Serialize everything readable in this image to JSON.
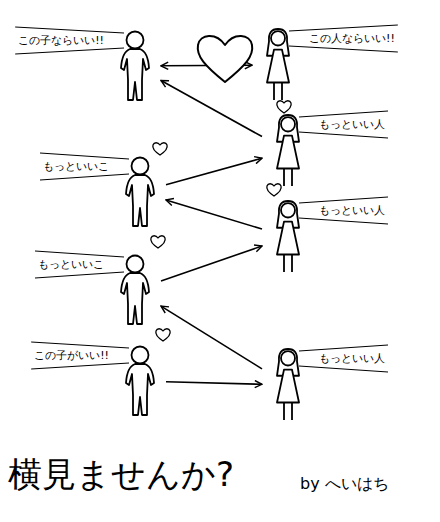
{
  "diagram": {
    "title": "横見ませんか?",
    "nodes": [
      {
        "text": [
          "この子ならいい!!"
        ]
      },
      {
        "text": [
          "この人ならいい!!"
        ]
      },
      {
        "text": [
          "もっといい人"
        ]
      },
      {
        "text": [
          "もっといいこ"
        ]
      },
      {
        "text": [
          "もっといい人"
        ]
      },
      {
        "text": [
          "もっといいこ"
        ]
      },
      {
        "text": [
          "この子がいい!!"
        ]
      },
      {
        "text": [
          "もっといい人"
        ]
      }
    ],
    "edges": [
      {
        "from": 0,
        "to": 1,
        "arrow": "both"
      },
      {
        "from": 2,
        "to": 0,
        "arrow": "to"
      },
      {
        "from": 3,
        "to": 2,
        "arrow": "to"
      },
      {
        "from": 4,
        "to": 3,
        "arrow": "to"
      },
      {
        "from": 5,
        "to": 4,
        "arrow": "to"
      },
      {
        "from": 7,
        "to": 5,
        "arrow": "to"
      },
      {
        "from": 6,
        "to": 7,
        "arrow": "to"
      }
    ],
    "labels": [
      "by へいはち"
    ]
  }
}
